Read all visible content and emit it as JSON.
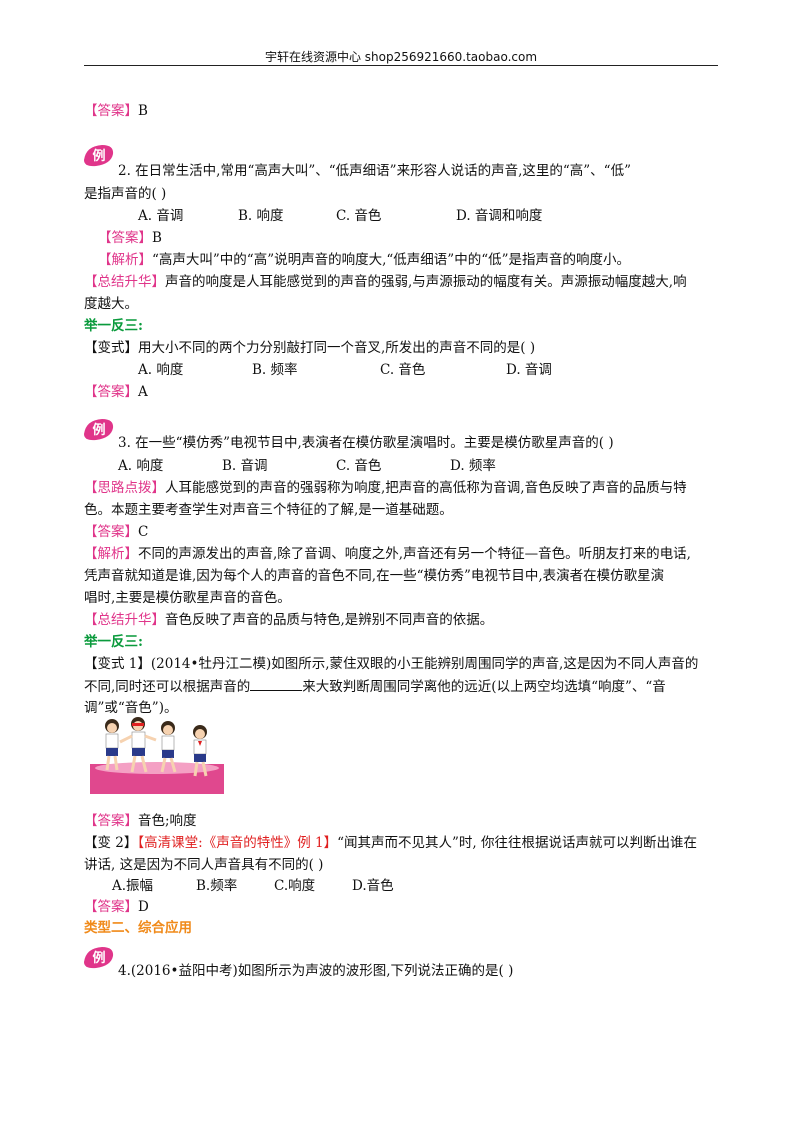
{
  "header": {
    "text": "宇轩在线资源中心  shop256921660.taobao.com"
  },
  "badge": {
    "label": "例"
  },
  "colors": {
    "accent_magenta": "#e0358a",
    "accent_red": "#e02020",
    "heading_green": "#0a9a3c",
    "heading_orange": "#f08a1a"
  },
  "lines": {
    "l1": {
      "tag": "【答案】",
      "text": "B"
    },
    "q2": {
      "stem1": "2. 在日常生活中,常用“高声大叫”、“低声细语”来形容人说话的声音,这里的“高”、“低”",
      "stem2": "是指声音的(    )",
      "opt_a": "A. 音调",
      "opt_b": "B. 响度",
      "opt_c": "C. 音色",
      "opt_d": "D. 音调和响度",
      "ans_tag": "【答案】",
      "ans": "B",
      "jx_tag": "【解析】",
      "jx": "“高声大叫”中的“高”说明声音的响度大,“低声细语”中的“低”是指声音的响度小。",
      "zj_tag": "【总结升华】",
      "zj1": "声音的响度是人耳能感觉到的声音的强弱,与声源振动的幅度有关。声源振动幅度越大,响",
      "zj2": "度越大。",
      "jyfs": "举一反三:",
      "bs": "【变式】用大小不同的两个力分别敲打同一个音叉,所发出的声音不同的是(    )",
      "bs_a": "A. 响度",
      "bs_b": "B. 频率",
      "bs_c": "C. 音色",
      "bs_d": "D. 音调",
      "bs_ans_tag": "【答案】",
      "bs_ans": "A"
    },
    "q3": {
      "stem": "3. 在一些“模仿秀”电视节目中,表演者在模仿歌星演唱时。主要是模仿歌星声音的(    )",
      "opt_a": "A. 响度",
      "opt_b": "B. 音调",
      "opt_c": "C. 音色",
      "opt_d": "D. 频率",
      "sl_tag": "【思路点拨】",
      "sl1": "人耳能感觉到的声音的强弱称为响度,把声音的高低称为音调,音色反映了声音的品质与特",
      "sl2": "色。本题主要考查学生对声音三个特征的了解,是一道基础题。",
      "ans_tag": "【答案】",
      "ans": "C",
      "jx_tag": "【解析】",
      "jx1": "不同的声源发出的声音,除了音调、响度之外,声音还有另一个特征—音色。听朋友打来的电话,",
      "jx2": "凭声音就知道是谁,因为每个人的声音的音色不同,在一些“模仿秀”电视节目中,表演者在模仿歌星演",
      "jx3": "唱时,主要是模仿歌星声音的音色。",
      "zj_tag": "【总结升华】",
      "zj": "音色反映了声音的品质与特色,是辨别不同声音的依据。",
      "jyfs": "举一反三:",
      "b1_tag": "【变式 1】",
      "b1a": "(2014•牡丹江二模)如图所示,蒙住双眼的小王能辨别周围同学的声音,这是因为不同人声音的",
      "b1b_pre": "不同,同时还可以根据声音的",
      "b1b_post": "来大致判断周围同学离他的远近(以上两空均选填“响度”、“音",
      "b1c": "调”或“音色”)。",
      "b1_ans_tag": "【答案】",
      "b1_ans": "音色;响度",
      "b2_pre": "【变 2】",
      "b2_src": "【高清课堂:《声音的特性》例 1】",
      "b2a": "“闻其声而不见其人”时, 你往往根据说话声就可以判断出谁在",
      "b2b": "讲话, 这是因为不同人声音具有不同的(   )",
      "b2_a": "A.振幅",
      "b2_b": "B.频率",
      "b2_c": "C.响度",
      "b2_d": "D.音色",
      "b2_ans_tag": "【答案】",
      "b2_ans": "D"
    },
    "type2": "类型二、综合应用",
    "q4": {
      "stem": "4.(2016•益阳中考)如图所示为声波的波形图,下列说法正确的是(     )"
    }
  }
}
